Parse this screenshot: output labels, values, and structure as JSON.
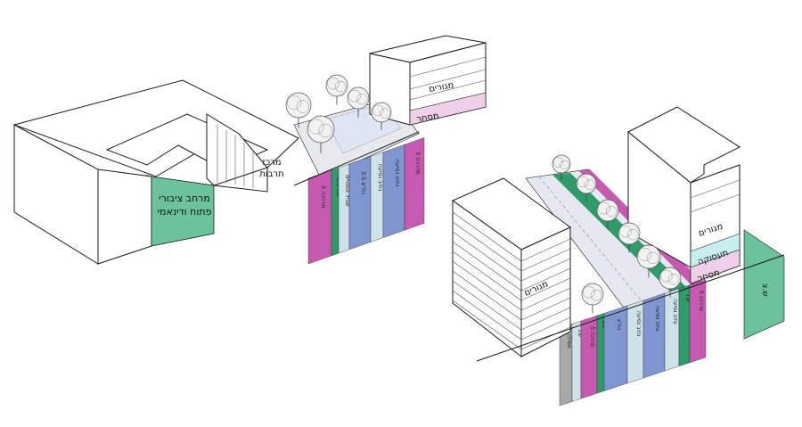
{
  "left_scene": {
    "green_space_line1": "מרחב ציבורי",
    "green_space_line2": "פתוח ודינאמי",
    "culture_center_line1": "מרכז",
    "culture_center_line2": "תרבות",
    "floor_residential": "מגורים",
    "floor_commerce": "מסחר",
    "strip_labels": [
      "מדרכה 5",
      "ש.ג 1.5",
      "שביל אופניים",
      "נת\"צ 3.5",
      "נתיב נסיעה",
      "נתיב נסיעה",
      "מדרכה 5"
    ]
  },
  "right_scene": {
    "floor_residential_right": "מגורים",
    "floor_employment": "תעסוקה",
    "floor_commerce": "מסחר",
    "floor_residential_left": "מגורים",
    "green_edge_label": "ש.צ",
    "strip_labels": [
      "מסילה",
      "ש.ג",
      "מדרכה 5",
      "ש.ג",
      "נת\"צ",
      "נתיב נסיעה",
      "נתיב נסיעה",
      "נתיב נסיעה",
      "ש.ג",
      "מדרכה 5"
    ]
  },
  "colors": {
    "green": "#6cc29a",
    "magenta": "#c65ab0",
    "blue": "#7f96d0",
    "dark_green": "#2f9a6a",
    "light_blue": "#cfe2ea",
    "grey": "#a8a8a8",
    "pink_light": "#efd0e8",
    "cyan_light": "#c9eef0"
  }
}
